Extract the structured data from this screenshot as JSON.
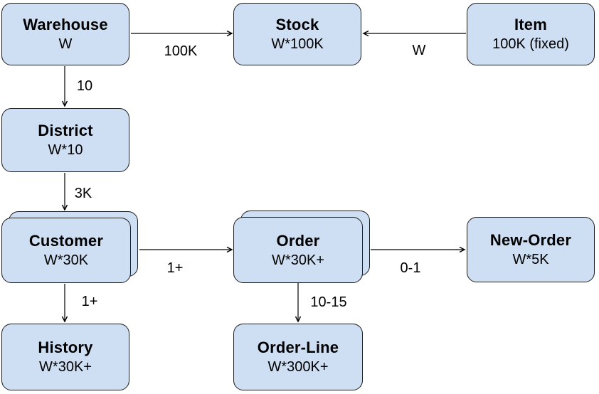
{
  "colors": {
    "node_fill": "#cfdff3",
    "node_border": "#1c1c1c",
    "text": "#000000",
    "arrow": "#000000",
    "background": "#ffffff"
  },
  "nodes": [
    {
      "id": "warehouse",
      "title": "Warehouse",
      "subtitle": "W",
      "stacked": false
    },
    {
      "id": "stock",
      "title": "Stock",
      "subtitle": "W*100K",
      "stacked": false
    },
    {
      "id": "item",
      "title": "Item",
      "subtitle": "100K (fixed)",
      "stacked": false
    },
    {
      "id": "district",
      "title": "District",
      "subtitle": "W*10",
      "stacked": false
    },
    {
      "id": "customer",
      "title": "Customer",
      "subtitle": "W*30K",
      "stacked": true
    },
    {
      "id": "order",
      "title": "Order",
      "subtitle": "W*30K+",
      "stacked": true
    },
    {
      "id": "new_order",
      "title": "New-Order",
      "subtitle": "W*5K",
      "stacked": false
    },
    {
      "id": "history",
      "title": "History",
      "subtitle": "W*30K+",
      "stacked": false
    },
    {
      "id": "order_line",
      "title": "Order-Line",
      "subtitle": "W*300K+",
      "stacked": false
    }
  ],
  "edges": [
    {
      "from": "warehouse",
      "to": "stock",
      "label": "100K"
    },
    {
      "from": "item",
      "to": "stock",
      "label": "W"
    },
    {
      "from": "warehouse",
      "to": "district",
      "label": "10"
    },
    {
      "from": "district",
      "to": "customer",
      "label": "3K"
    },
    {
      "from": "customer",
      "to": "order",
      "label": "1+"
    },
    {
      "from": "order",
      "to": "new_order",
      "label": "0-1"
    },
    {
      "from": "customer",
      "to": "history",
      "label": "1+"
    },
    {
      "from": "order",
      "to": "order_line",
      "label": "10-15"
    }
  ]
}
